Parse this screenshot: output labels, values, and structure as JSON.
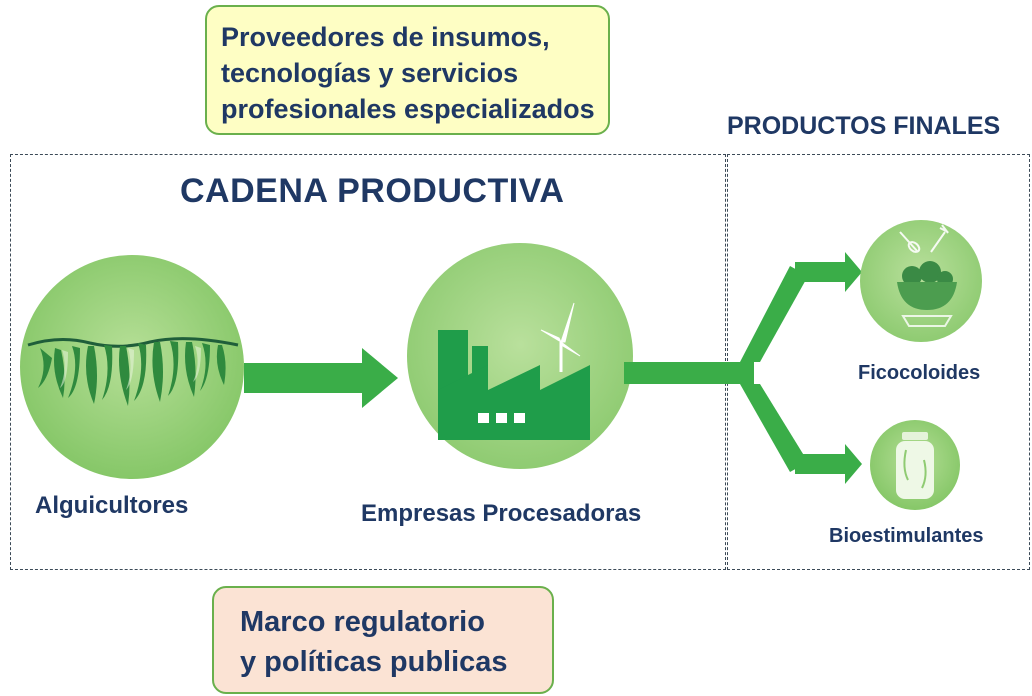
{
  "providers_box": {
    "lines": [
      "Proveedores de insumos,",
      "tecnologías y servicios",
      "profesionales especializados"
    ]
  },
  "chain": {
    "title": "CADENA PRODUCTIVA",
    "stages": [
      {
        "label": "Alguicultores",
        "icon": "seaweed-icon"
      },
      {
        "label": "Empresas Procesadoras",
        "icon": "factory-icon"
      }
    ]
  },
  "final_products": {
    "title": "PRODUCTOS FINALES",
    "items": [
      {
        "label": "Ficocoloides",
        "icon": "food-bowl-icon"
      },
      {
        "label": "Bioestimulantes",
        "icon": "bottle-icon"
      }
    ]
  },
  "regulatory_box": {
    "lines": [
      "Marco regulatorio",
      "y políticas publicas"
    ]
  },
  "colors": {
    "arrow": "#3aad48",
    "circle": "#9dd17e",
    "text": "#1f3864",
    "providers_bg": "#fefec4",
    "regulatory_bg": "#fbe3d4"
  }
}
